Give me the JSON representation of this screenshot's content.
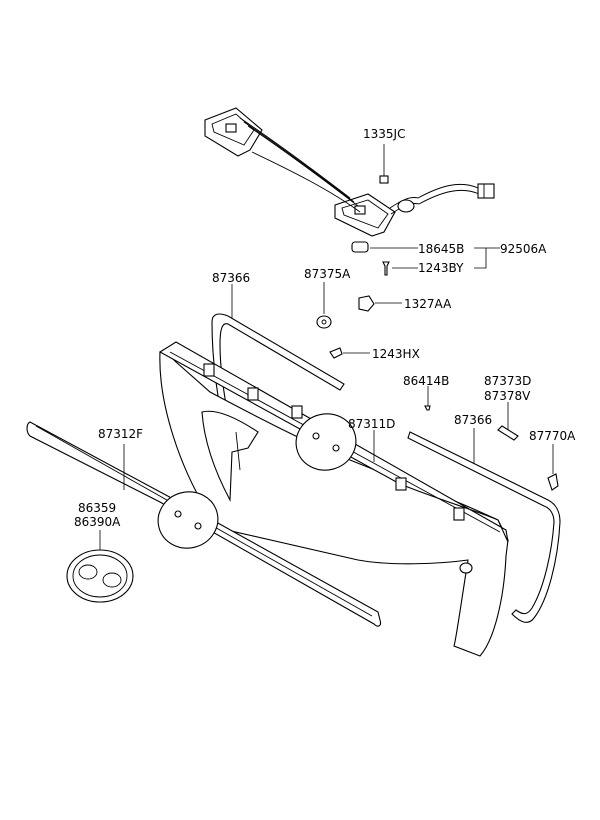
{
  "labels": {
    "p1335JC": "1335JC",
    "p18645B": "18645B",
    "p92506A": "92506A",
    "p1243BY": "1243BY",
    "p87366_top": "87366",
    "p87375A": "87375A",
    "p1327AA": "1327AA",
    "p1243HX": "1243HX",
    "p86414B": "86414B",
    "p87373D": "87373D",
    "p87378V": "87378V",
    "p87311D": "87311D",
    "p87366_right": "87366",
    "p87770A": "87770A",
    "p87312F": "87312F",
    "p86359": "86359",
    "p86390A": "86390A"
  }
}
